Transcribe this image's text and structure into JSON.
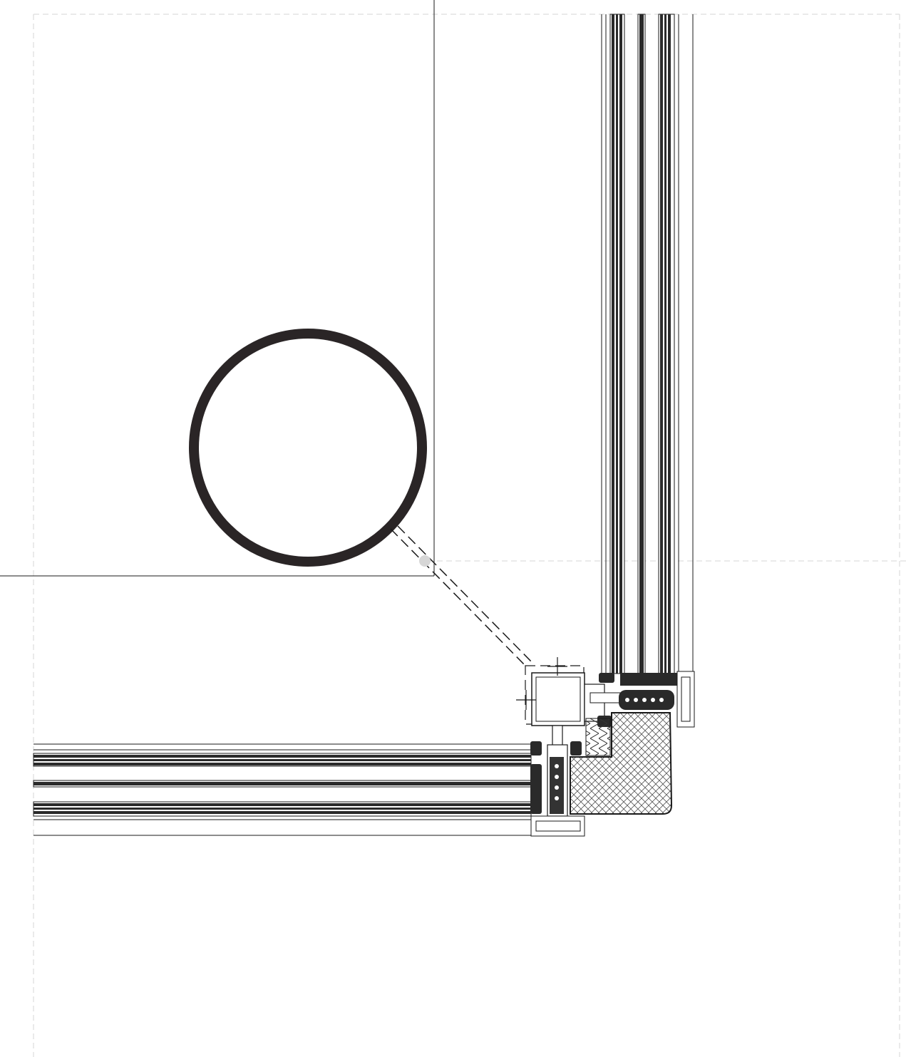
{
  "drawing": {
    "kind": "corner-joint-section-detail",
    "text_labels": [],
    "colors": {
      "background": "#ffffff",
      "line": "#1a1a1a",
      "guide": "#d6d6d6",
      "callout_circle": "#2a2526",
      "fill_dark": "#3a3a3a",
      "hatch": "#555555"
    },
    "elements": [
      "callout-circle",
      "leader-line",
      "vertical-glazing-unit",
      "horizontal-glazing-unit",
      "corner-mullion-profile",
      "timber-corner-post",
      "insulation-strip",
      "gasket",
      "guide-lines"
    ]
  }
}
